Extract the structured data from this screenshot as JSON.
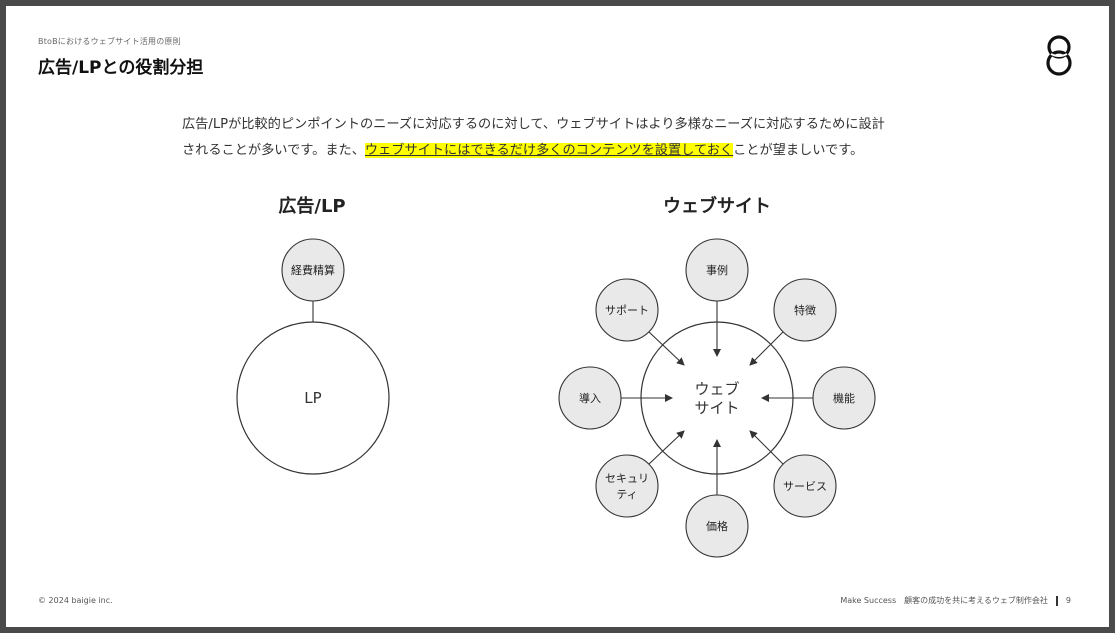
{
  "header": {
    "breadcrumb": "BtoBにおけるウェブサイト活用の原則",
    "title": "広告/LPとの役割分担"
  },
  "intro": {
    "line1": "広告/LPが比較的ピンポイントのニーズに対応するのに対して、ウェブサイトはより多様なニーズに対応するために設計",
    "line2_before": "されることが多いです。また、",
    "line2_highlight": "ウェブサイトにはできるだけ多くのコンテンツを設置しておく",
    "line2_after": "ことが望ましいです。"
  },
  "left_diagram": {
    "title": "広告/LP",
    "source_node": "経費精算",
    "target_node": "LP"
  },
  "right_diagram": {
    "title": "ウェブサイト",
    "center_line1": "ウェブ",
    "center_line2": "サイト",
    "nodes": {
      "top": "事例",
      "top_right": "特徴",
      "right": "機能",
      "bottom_right": "サービス",
      "bottom": "価格",
      "bottom_left_line1": "セキュリ",
      "bottom_left_line2": "ティ",
      "left": "導入",
      "top_left": "サポート"
    }
  },
  "footer": {
    "copyright": "© 2024 baigie inc.",
    "tagline": "Make Success　顧客の成功を共に考えるウェブ制作会社",
    "page_number": "9"
  },
  "colors": {
    "highlight": "#ffff00",
    "node_fill": "#e9e9e9",
    "stroke": "#333333"
  }
}
